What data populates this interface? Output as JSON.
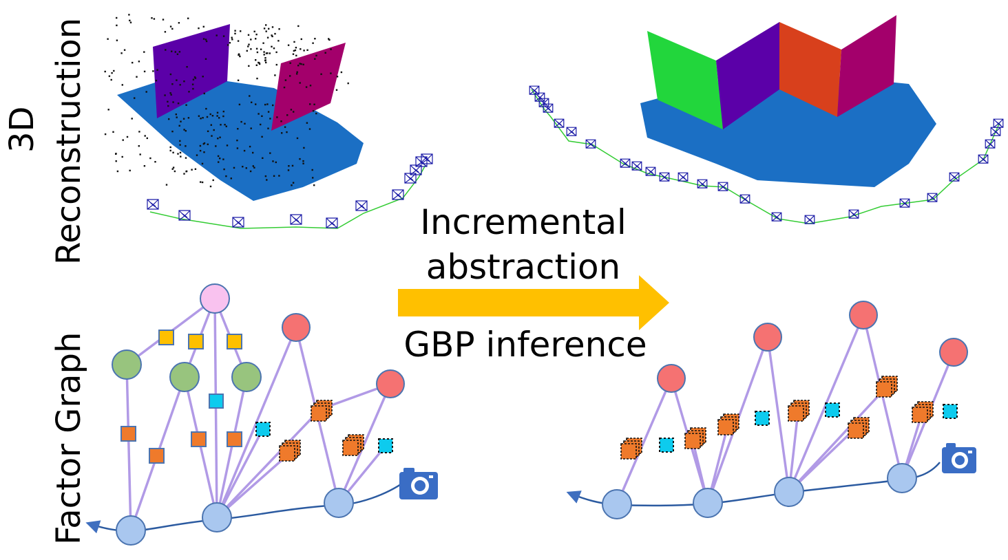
{
  "labels": {
    "reconstruction_line1": "3D",
    "reconstruction_line2": "Reconstruction",
    "factor_graph": "Factor Graph",
    "arrow_top_line1": "Incremental",
    "arrow_top_line2": "abstraction",
    "arrow_bottom": "GBP inference"
  },
  "icons": [
    "camera-icon",
    "camera-icon"
  ],
  "colors": {
    "floor_plane": "#1b6fc4",
    "wall_purple": "#5b00a8",
    "wall_magenta": "#a3006b",
    "wall_green": "#22d63c",
    "wall_orange": "#d8401c",
    "trajectory": "#33cc33",
    "camera_frustum": "#1a1aa6",
    "arrow": "#ffc000",
    "edge": "#b19ae6",
    "pose_node": "#a9c7ef",
    "landmark_node": "#f57272",
    "plane_node": "#98c47e",
    "structure_node": "#f9c2ef",
    "factor_orange": "#ef7a2b",
    "factor_yellow": "#ffc000",
    "factor_cyan": "#0dcbee"
  }
}
